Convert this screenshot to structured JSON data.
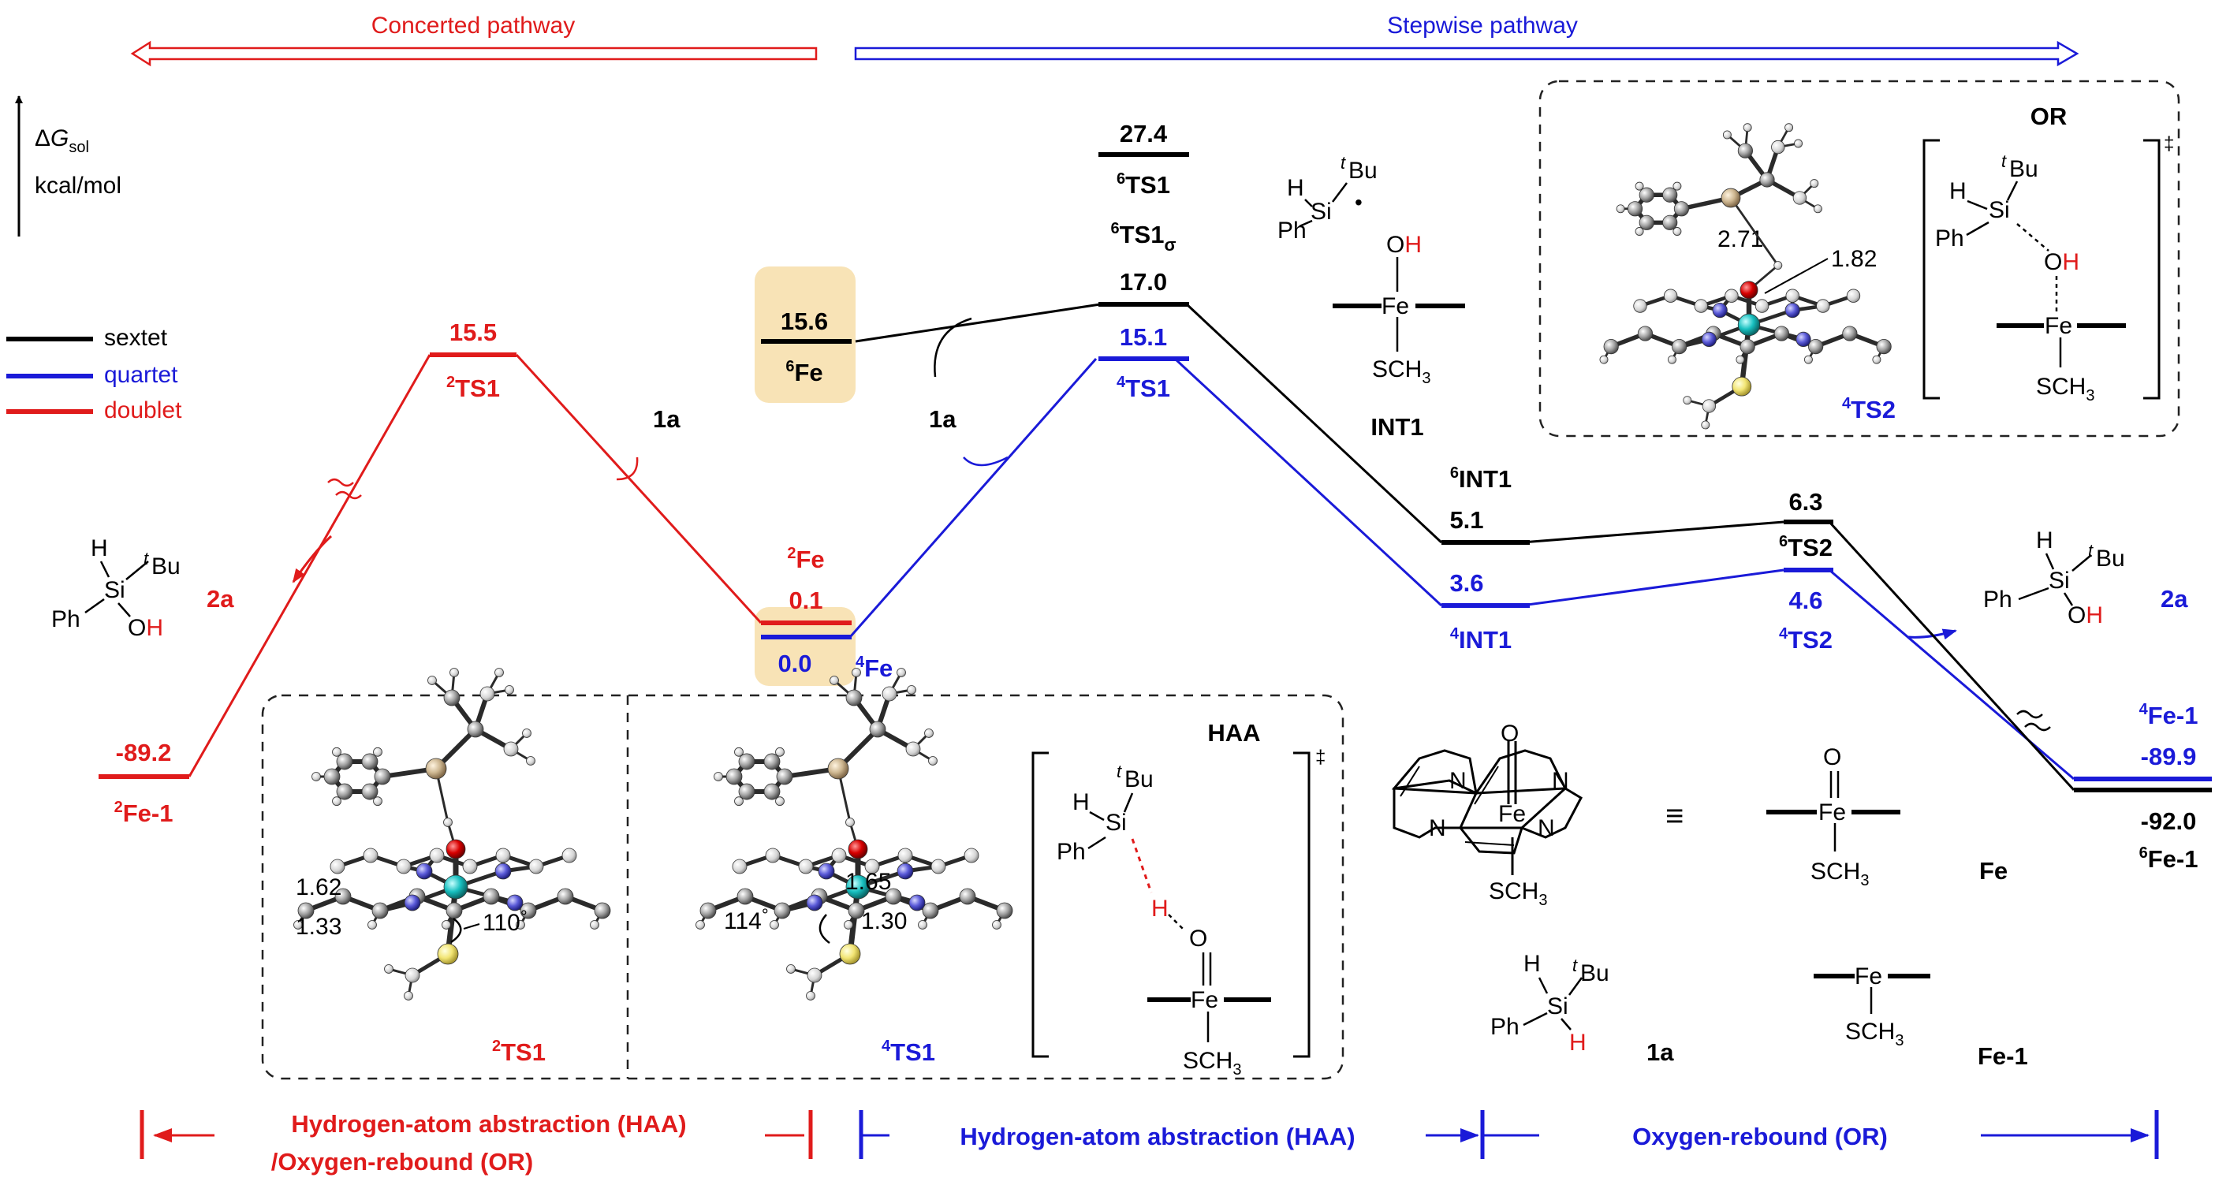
{
  "colors": {
    "sextet": "#000000",
    "quartet": "#1a1ad8",
    "doublet": "#e01b1b",
    "highlight": "#f8e3b6",
    "carbon": "#909090",
    "iron": "#14b8b8",
    "oxygen": "#d00000",
    "nitrogen": "#5050d0",
    "sulfur": "#f0e070",
    "silicon": "#c8b080"
  },
  "header": {
    "concerted": "Concerted pathway",
    "stepwise": "Stepwise pathway"
  },
  "axis": {
    "delta": "Δ",
    "g": "G",
    "sol": "sol",
    "unit": "kcal/mol"
  },
  "legend": {
    "sextet": "sextet",
    "quartet": "quartet",
    "doublet": "doublet"
  },
  "levels": {
    "fe6_value": "15.6",
    "fe6_label": "Fe",
    "fe6_sup": "6",
    "ts1_2_value": "15.5",
    "ts1_2_label": "TS1",
    "ts1_2_sup": "2",
    "fe1_2_value": "-89.2",
    "fe1_2_label": "Fe-1",
    "fe1_2_sup": "2",
    "fe2_label": "Fe",
    "fe2_sup": "2",
    "fe2_value": "0.1",
    "fe4_value": "0.0",
    "fe4_label": "Fe",
    "fe4_sup": "4",
    "ts1_6_value": "27.4",
    "ts1_6_label": "TS1",
    "ts1_6_sup": "6",
    "ts1s_label": "TS1",
    "ts1s_sup": "6",
    "ts1s_sub": "σ",
    "ts1s_value": "17.0",
    "ts1_4_value": "15.1",
    "ts1_4_label": "TS1",
    "ts1_4_sup": "4",
    "int1_6_label": "INT1",
    "int1_6_sup": "6",
    "int1_6_value": "5.1",
    "int1_4_value": "3.6",
    "int1_4_label": "INT1",
    "int1_4_sup": "4",
    "ts2_6_value": "6.3",
    "ts2_6_label": "TS2",
    "ts2_6_sup": "6",
    "ts2_4_value": "4.6",
    "ts2_4_label": "TS2",
    "ts2_4_sup": "4",
    "fe1_4_label": "Fe-1",
    "fe1_4_sup": "4",
    "fe1_4_value": "-89.9",
    "fe1_6_value": "-92.0",
    "fe1_6_label": "Fe-1",
    "fe1_6_sup": "6"
  },
  "species": {
    "one_a": "1a",
    "two_a": "2a",
    "int1": "INT1",
    "fe": "Fe",
    "fe1": "Fe-1"
  },
  "chem": {
    "H": "H",
    "Si": "Si",
    "Ph": "Ph",
    "t": "t",
    "Bu": "Bu",
    "O": "O",
    "OH_O": "O",
    "OH_H": "H",
    "Fe": "Fe",
    "SCH": "SCH",
    "three": "3",
    "N": "N",
    "dagger": "‡",
    "dot": "•",
    "equiv": "≡"
  },
  "boxes": {
    "or_title": "OR",
    "haa_title": "HAA",
    "ts2_4_tag_sup": "4",
    "ts2_4_tag": "TS2",
    "ts1_2_tag_sup": "2",
    "ts1_2_tag": "TS1",
    "ts1_4_tag_sup": "4",
    "ts1_4_tag": "TS1",
    "d_271": "2.71",
    "d_182": "1.82",
    "d_162": "1.62",
    "d_133": "1.33",
    "a_110": "110",
    "d_165": "1.65",
    "d_130": "1.30",
    "a_114": "114",
    "deg": "°"
  },
  "footer": {
    "haa_or_line1": "Hydrogen-atom abstraction (HAA)",
    "haa_or_line2": "/Oxygen-rebound (OR)",
    "haa": "Hydrogen-atom abstraction (HAA)",
    "or": "Oxygen-rebound (OR)"
  }
}
